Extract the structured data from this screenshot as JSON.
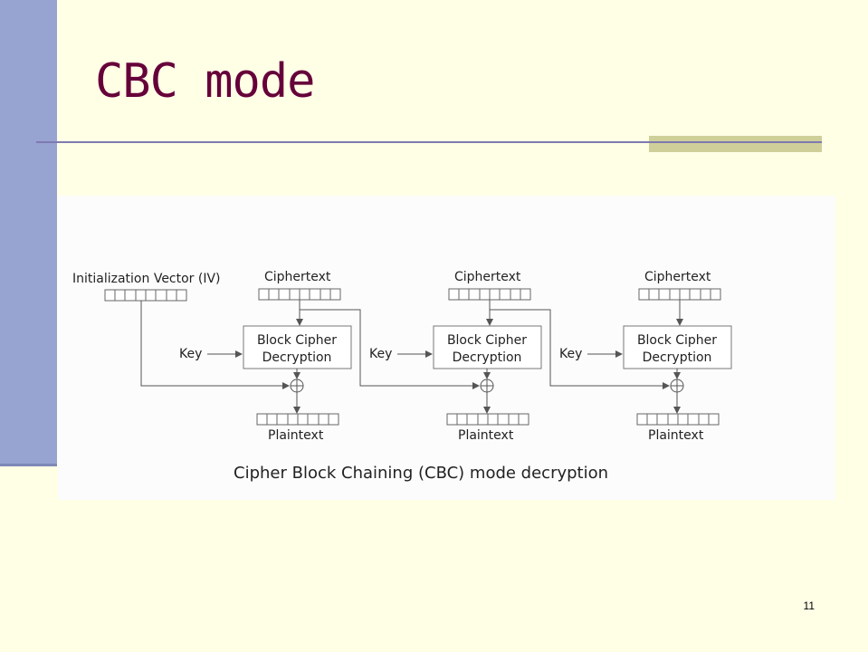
{
  "slide": {
    "title": "CBC mode",
    "page_number": "11"
  },
  "diagram": {
    "iv_label": "Initialization Vector (IV)",
    "ciphertext_label": "Ciphertext",
    "key_label": "Key",
    "block_cipher_line1": "Block Cipher",
    "block_cipher_line2": "Decryption",
    "plaintext_label": "Plaintext",
    "caption": "Cipher Block Chaining (CBC) mode decryption"
  }
}
